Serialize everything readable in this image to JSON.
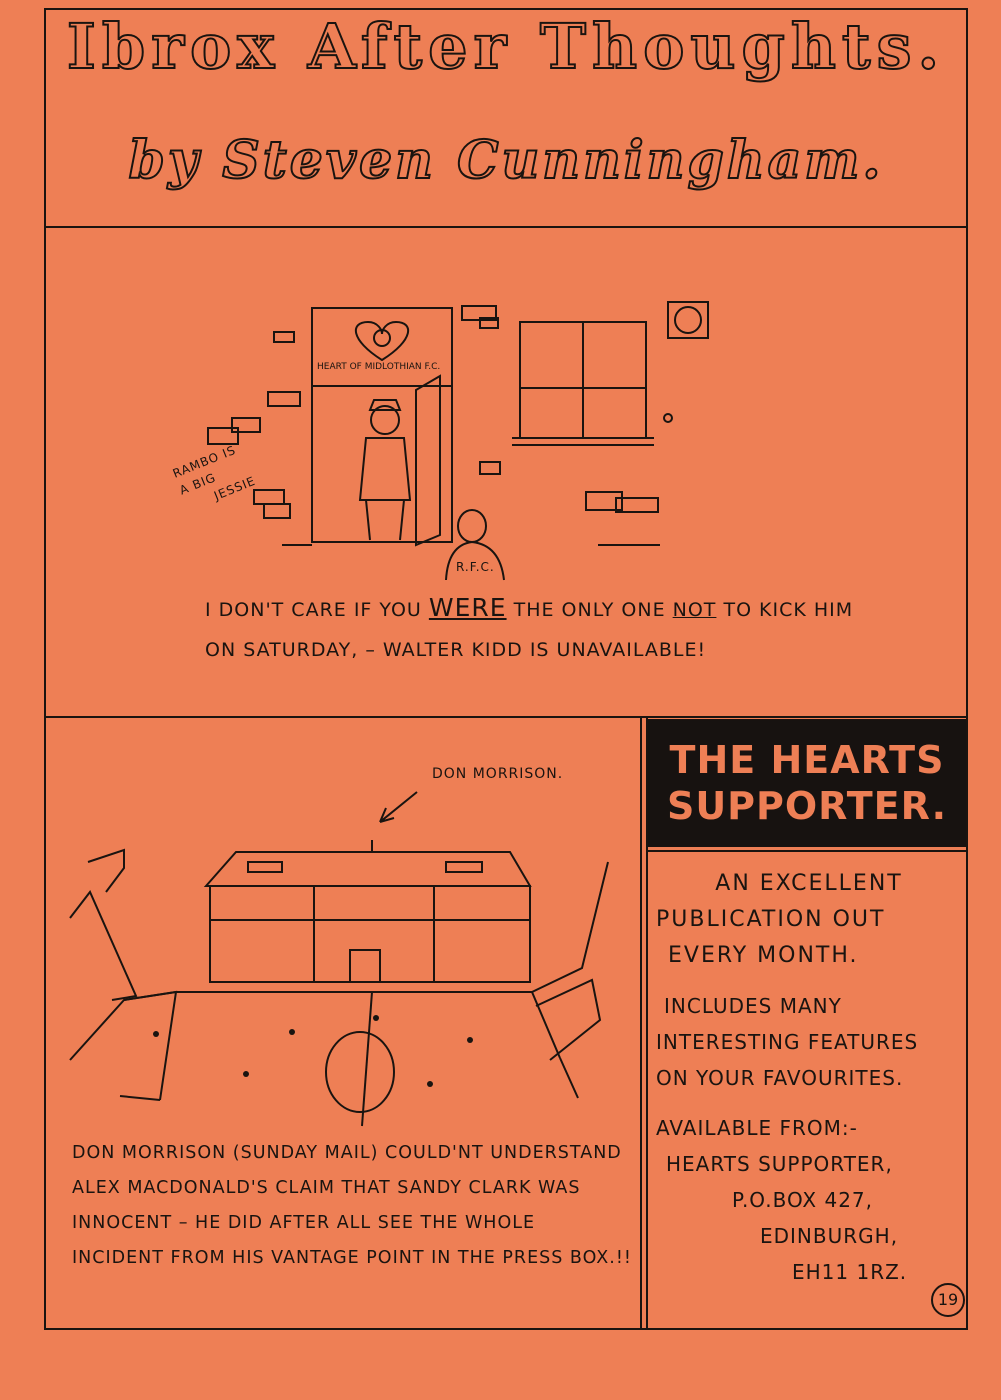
{
  "header": {
    "title": "Ibrox After Thoughts.",
    "byline": "by Steven Cunningham."
  },
  "cartoon1": {
    "sign": "HEART OF MIDLOTHIAN F.C.",
    "graffiti": [
      "RAMBO IS",
      "A BIG",
      "JESSIE"
    ],
    "shirt": "R.F.C.",
    "caption_parts": [
      "I DON'T CARE IF YOU ",
      "WERE",
      " THE ONLY ONE ",
      "NOT",
      " TO KICK HIM ON SATURDAY, – WALTER KIDD IS UNAVAILABLE!"
    ]
  },
  "cartoon2": {
    "pointer_label": "DON MORRISON.",
    "caption": "DON MORRISON (SUNDAY MAIL) COULD'NT UNDERSTAND ALEX MACDONALD'S CLAIM THAT SANDY CLARK WAS INNOCENT – HE DID AFTER ALL SEE THE WHOLE INCIDENT FROM HIS VANTAGE POINT IN THE PRESS BOX.!!"
  },
  "ad": {
    "title_line1": "THE HEARTS",
    "title_line2": "SUPPORTER.",
    "p1": [
      "AN EXCELLENT",
      "PUBLICATION OUT",
      "EVERY MONTH."
    ],
    "p2": [
      "INCLUDES MANY",
      "INTERESTING FEATURES",
      "ON YOUR FAVOURITES."
    ],
    "p3": [
      "AVAILABLE FROM:-",
      "HEARTS SUPPORTER,",
      "P.O.BOX 427,",
      "EDINBURGH,",
      "EH11 1RZ."
    ]
  },
  "page_number": "19"
}
